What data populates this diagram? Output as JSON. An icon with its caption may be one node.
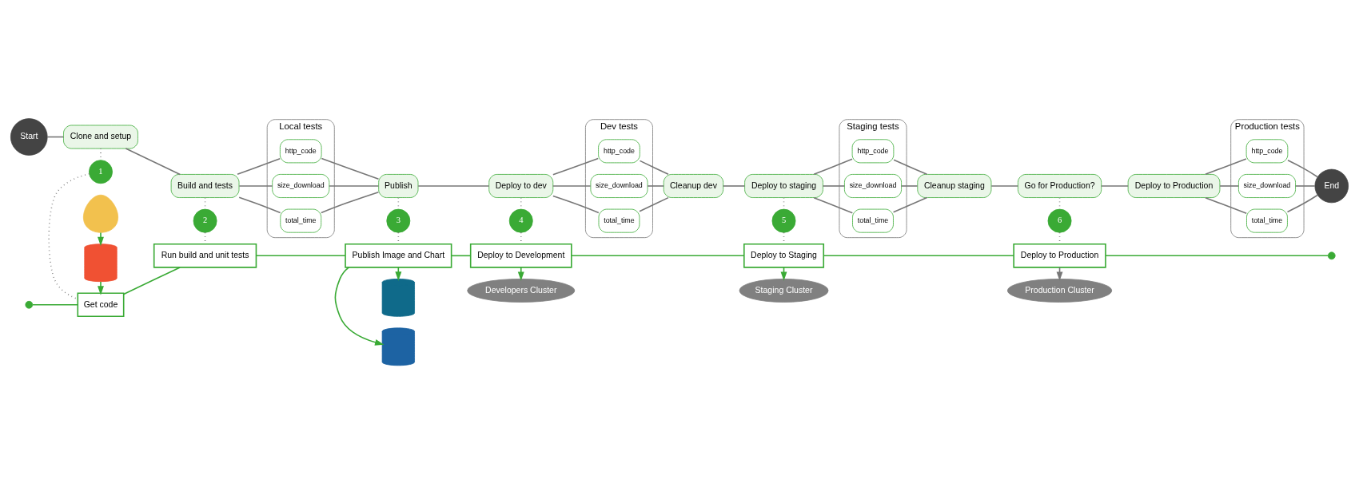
{
  "diagram": {
    "nodes": [
      {
        "text": [
          "Start"
        ]
      },
      {
        "text": [
          "Clone and setup"
        ]
      },
      {
        "text": [
          "Build and tests"
        ]
      },
      {
        "text": [
          "Local tests"
        ]
      },
      {
        "text": [
          "http_code"
        ],
        "in": 3
      },
      {
        "text": [
          "size_download"
        ],
        "in": 3
      },
      {
        "text": [
          "total_time"
        ],
        "in": 3
      },
      {
        "text": [
          "Publish"
        ]
      },
      {
        "text": [
          "Deploy to dev"
        ]
      },
      {
        "text": [
          "Dev tests"
        ]
      },
      {
        "text": [
          "http_code"
        ],
        "in": 9
      },
      {
        "text": [
          "size_download"
        ],
        "in": 9
      },
      {
        "text": [
          "total_time"
        ],
        "in": 9
      },
      {
        "text": [
          "Cleanup dev"
        ]
      },
      {
        "text": [
          "Deploy to staging"
        ]
      },
      {
        "text": [
          "Staging tests"
        ]
      },
      {
        "text": [
          "http_code"
        ],
        "in": 15
      },
      {
        "text": [
          "size_download"
        ],
        "in": 15
      },
      {
        "text": [
          "total_time"
        ],
        "in": 15
      },
      {
        "text": [
          "Cleanup staging"
        ]
      },
      {
        "text": [
          "Go for Production?"
        ]
      },
      {
        "text": [
          "Deploy to Production"
        ]
      },
      {
        "text": [
          "Production tests"
        ]
      },
      {
        "text": [
          "http_code"
        ],
        "in": 22
      },
      {
        "text": [
          "size_download"
        ],
        "in": 22
      },
      {
        "text": [
          "total_time"
        ],
        "in": 22
      },
      {
        "text": [
          "End"
        ]
      },
      {
        "text": [
          "1"
        ]
      },
      {
        "text": [
          "2"
        ]
      },
      {
        "text": [
          "3"
        ]
      },
      {
        "text": [
          "4"
        ]
      },
      {
        "text": [
          "5"
        ]
      },
      {
        "text": [
          "6"
        ]
      },
      {
        "text": [],
        "shape": "circle"
      },
      {
        "text": [
          "Get code"
        ]
      },
      {
        "text": [
          "Run build and unit tests"
        ]
      },
      {
        "text": [
          "Publish Image and Chart"
        ]
      },
      {
        "text": [
          "Deploy to Development"
        ]
      },
      {
        "text": [
          "Deploy to Staging"
        ]
      },
      {
        "text": [
          "Deploy to Production"
        ]
      },
      {
        "text": [],
        "shape": "circle"
      },
      {
        "text": [],
        "shape": "cylinder"
      },
      {
        "text": [],
        "shape": "cylinder"
      },
      {
        "text": [
          "Developers Cluster"
        ]
      },
      {
        "text": [
          "Staging Cluster"
        ]
      },
      {
        "text": [
          "Production Cluster"
        ]
      },
      {
        "text": [],
        "shape": "person"
      },
      {
        "text": [],
        "shape": "cylinder"
      }
    ],
    "edges": [
      {
        "from": 0,
        "to": 1,
        "arrow": "none"
      },
      {
        "from": 1,
        "to": 2,
        "arrow": "none"
      },
      {
        "from": 2,
        "to": 4,
        "arrow": "none"
      },
      {
        "from": 2,
        "to": 5,
        "arrow": "none"
      },
      {
        "from": 2,
        "to": 6,
        "arrow": "none"
      },
      {
        "from": 4,
        "to": 7,
        "arrow": "none"
      },
      {
        "from": 5,
        "to": 7,
        "arrow": "none"
      },
      {
        "from": 6,
        "to": 7,
        "arrow": "none"
      },
      {
        "from": 7,
        "to": 8,
        "arrow": "none"
      },
      {
        "from": 8,
        "to": 10,
        "arrow": "none"
      },
      {
        "from": 8,
        "to": 11,
        "arrow": "none"
      },
      {
        "from": 8,
        "to": 12,
        "arrow": "none"
      },
      {
        "from": 10,
        "to": 13,
        "arrow": "none"
      },
      {
        "from": 11,
        "to": 13,
        "arrow": "none"
      },
      {
        "from": 12,
        "to": 13,
        "arrow": "none"
      },
      {
        "from": 13,
        "to": 14,
        "arrow": "none"
      },
      {
        "from": 14,
        "to": 16,
        "arrow": "none"
      },
      {
        "from": 14,
        "to": 17,
        "arrow": "none"
      },
      {
        "from": 14,
        "to": 18,
        "arrow": "none"
      },
      {
        "from": 16,
        "to": 19,
        "arrow": "none"
      },
      {
        "from": 17,
        "to": 19,
        "arrow": "none"
      },
      {
        "from": 18,
        "to": 19,
        "arrow": "none"
      },
      {
        "from": 19,
        "to": 20,
        "arrow": "none"
      },
      {
        "from": 20,
        "to": 21,
        "arrow": "none"
      },
      {
        "from": 21,
        "to": 23,
        "arrow": "none"
      },
      {
        "from": 21,
        "to": 24,
        "arrow": "none"
      },
      {
        "from": 21,
        "to": 25,
        "arrow": "none"
      },
      {
        "from": 23,
        "to": 26,
        "arrow": "none"
      },
      {
        "from": 24,
        "to": 26,
        "arrow": "none"
      },
      {
        "from": 25,
        "to": 26,
        "arrow": "none"
      },
      {
        "from": 1,
        "to": 27,
        "arrow": "none",
        "style": "dashed"
      },
      {
        "from": 27,
        "to": 34,
        "arrow": "none",
        "style": "dashed"
      },
      {
        "from": 2,
        "to": 28,
        "arrow": "none",
        "style": "dashed"
      },
      {
        "from": 28,
        "to": 35,
        "arrow": "none",
        "style": "dashed"
      },
      {
        "from": 7,
        "to": 29,
        "arrow": "none",
        "style": "dashed"
      },
      {
        "from": 29,
        "to": 36,
        "arrow": "none",
        "style": "dashed"
      },
      {
        "from": 8,
        "to": 30,
        "arrow": "none",
        "style": "dashed"
      },
      {
        "from": 30,
        "to": 37,
        "arrow": "none",
        "style": "dashed"
      },
      {
        "from": 14,
        "to": 31,
        "arrow": "none",
        "style": "dashed"
      },
      {
        "from": 31,
        "to": 38,
        "arrow": "none",
        "style": "dashed"
      },
      {
        "from": 20,
        "to": 32,
        "arrow": "none",
        "style": "dashed"
      },
      {
        "from": 32,
        "to": 39,
        "arrow": "none",
        "style": "dashed"
      },
      {
        "from": 33,
        "to": 34,
        "arrow": "none",
        "color": "#3aaa35"
      },
      {
        "from": 34,
        "to": 35,
        "arrow": "none",
        "color": "#3aaa35"
      },
      {
        "from": 35,
        "to": 36,
        "arrow": "none",
        "color": "#3aaa35"
      },
      {
        "from": 36,
        "to": 37,
        "arrow": "none",
        "color": "#3aaa35"
      },
      {
        "from": 37,
        "to": 38,
        "arrow": "none",
        "color": "#3aaa35"
      },
      {
        "from": 38,
        "to": 39,
        "arrow": "none",
        "color": "#3aaa35"
      },
      {
        "from": 39,
        "to": 40,
        "arrow": "none",
        "color": "#3aaa35"
      },
      {
        "from": 36,
        "to": 41,
        "arrow": "to",
        "color": "#3aaa35"
      },
      {
        "from": 36,
        "to": 42,
        "arrow": "to",
        "color": "#3aaa35"
      },
      {
        "from": 37,
        "to": 43,
        "arrow": "to",
        "color": "#3aaa35"
      },
      {
        "from": 38,
        "to": 44,
        "arrow": "to",
        "color": "#3aaa35"
      },
      {
        "from": 39,
        "to": 45,
        "arrow": "to"
      },
      {
        "from": 47,
        "to": 34,
        "arrow": "to",
        "color": "#3aaa35"
      },
      {
        "from": 46,
        "to": 47,
        "arrow": "to",
        "color": "#3aaa35"
      }
    ]
  }
}
